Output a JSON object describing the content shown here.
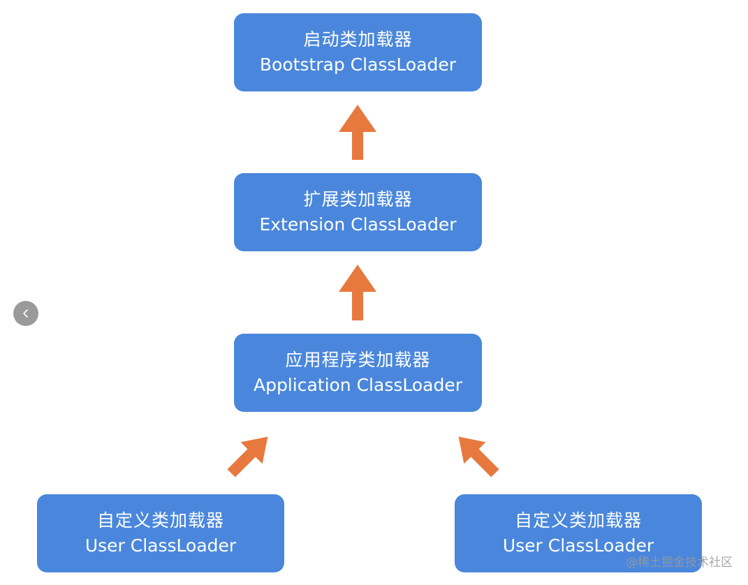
{
  "nodes": {
    "bootstrap": {
      "zh": "启动类加载器",
      "en": "Bootstrap ClassLoader"
    },
    "extension": {
      "zh": "扩展类加载器",
      "en": "Extension ClassLoader"
    },
    "application": {
      "zh": "应用程序类加载器",
      "en": "Application ClassLoader"
    },
    "user_left": {
      "zh": "自定义类加载器",
      "en": "User ClassLoader"
    },
    "user_right": {
      "zh": "自定义类加载器",
      "en": "User ClassLoader"
    }
  },
  "colors": {
    "box": "#4a87dc",
    "arrow": "#e8793e",
    "text": "#ffffff"
  },
  "edges": [
    {
      "from": "extension",
      "to": "bootstrap"
    },
    {
      "from": "application",
      "to": "extension"
    },
    {
      "from": "user_left",
      "to": "application"
    },
    {
      "from": "user_right",
      "to": "application"
    }
  ],
  "watermark": "@稀土掘金技术社区",
  "back_icon": "chevron-left-icon"
}
